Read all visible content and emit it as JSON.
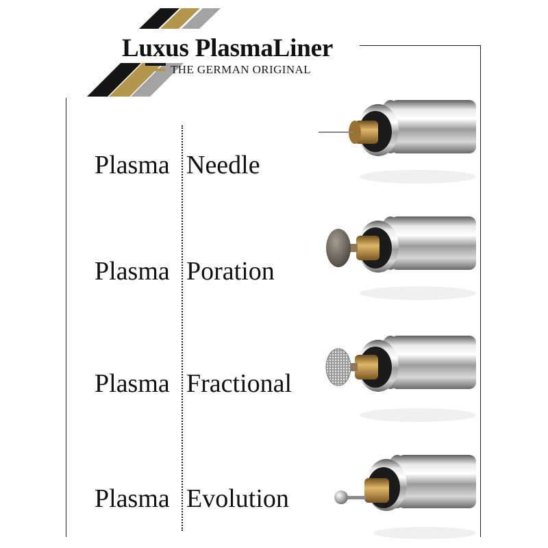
{
  "brand": {
    "name": "Luxus PlasmaLiner",
    "tagline": "THE GERMAN ORIGINAL",
    "colors": {
      "black": "#151515",
      "gold": "#b3954c",
      "gray": "#a3a3a3"
    }
  },
  "products": [
    {
      "prefix": "Plasma",
      "name": "Needle",
      "tip": "needle-tip-icon"
    },
    {
      "prefix": "Plasma",
      "name": "Poration",
      "tip": "disc-tip-icon"
    },
    {
      "prefix": "Plasma",
      "name": "Fractional",
      "tip": "mesh-tip-icon"
    },
    {
      "prefix": "Plasma",
      "name": "Evolution",
      "tip": "ball-tip-icon"
    }
  ]
}
